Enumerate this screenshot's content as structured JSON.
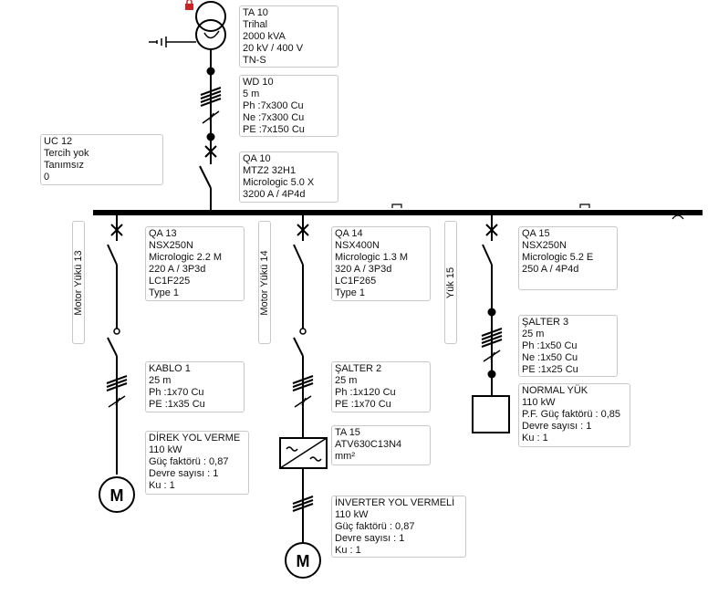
{
  "colors": {
    "line": "#000000",
    "lock": "#cc2222",
    "box_border": "#c8c8c8"
  },
  "icons": {
    "lock": "lock-icon",
    "busbar_connection": "busbar-connection-icon",
    "motor": "motor-icon",
    "vfd": "variable-frequency-drive-icon",
    "ground": "ground-icon"
  },
  "transformer": {
    "lines": [
      "TA 10",
      "Trihal",
      "2000 kVA",
      "20 kV / 400 V",
      "TN-S"
    ]
  },
  "cable_main": {
    "lines": [
      "WD 10",
      "5 m",
      "Ph :7x300 Cu",
      "Ne :7x300 Cu",
      "PE :7x150 Cu"
    ]
  },
  "uc": {
    "lines": [
      "UC 12",
      "Tercih yok",
      "Tanımsız",
      "0"
    ]
  },
  "breaker_main": {
    "lines": [
      "QA 10",
      "MTZ2 32H1",
      "Micrologic 5.0 X",
      "3200 A / 4P4d"
    ]
  },
  "feeders": {
    "f1": {
      "vertical_label": "Motor Yükü 13",
      "breaker": {
        "lines": [
          "QA 13",
          "NSX250N",
          "Micrologic 2.2 M",
          "220 A / 3P3d",
          "LC1F225",
          "Type 1"
        ]
      },
      "cable": {
        "lines": [
          "KABLO 1",
          "25 m",
          "Ph :1x70 Cu",
          "PE :1x35 Cu"
        ]
      },
      "load": {
        "lines": [
          "DİREK YOL VERME",
          "110 kW",
          "Güç faktörü : 0,87",
          "Devre sayısı : 1",
          "Ku : 1"
        ]
      },
      "motor_symbol": "M"
    },
    "f2": {
      "vertical_label": "Motor Yükü 14",
      "breaker": {
        "lines": [
          "QA 14",
          "NSX400N",
          "Micrologic 1.3 M",
          "320 A / 3P3d",
          "LC1F265",
          "Type 1"
        ]
      },
      "cable": {
        "lines": [
          "ŞALTER 2",
          "25 m",
          "Ph :1x120 Cu",
          "PE :1x70 Cu"
        ]
      },
      "vfd": {
        "lines": [
          "TA 15",
          "ATV630C13N4",
          " mm²"
        ]
      },
      "load": {
        "lines": [
          "İNVERTER YOL VERMELİ",
          "110 kW",
          "Güç faktörü : 0,87",
          "Devre sayısı : 1",
          "Ku : 1"
        ]
      },
      "motor_symbol": "M"
    },
    "f3": {
      "vertical_label": "Yük 15",
      "breaker": {
        "lines": [
          "QA 15",
          "NSX250N",
          "Micrologic 5.2 E",
          "250 A / 4P4d"
        ]
      },
      "cable": {
        "lines": [
          "ŞALTER 3",
          "25 m",
          "Ph :1x50 Cu",
          "Ne :1x50 Cu",
          "PE :1x25 Cu"
        ]
      },
      "load": {
        "lines": [
          "NORMAL YÜK",
          "110 kW",
          "P.F. Güç faktörü : 0,85",
          "Devre sayısı : 1",
          "Ku : 1"
        ]
      }
    }
  }
}
